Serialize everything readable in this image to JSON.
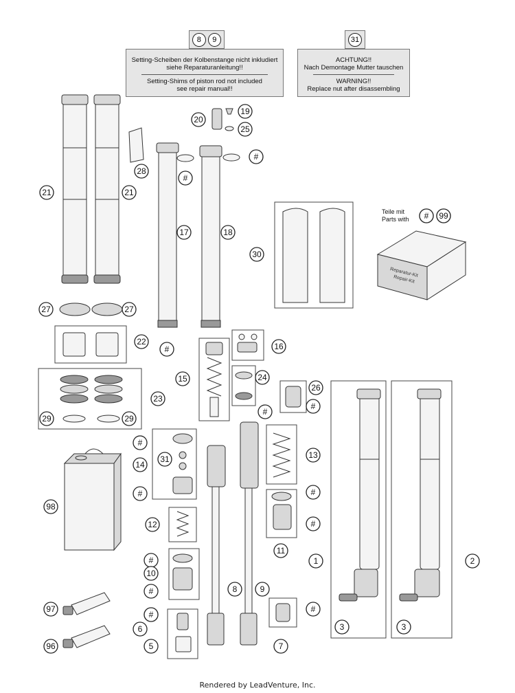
{
  "notes": [
    {
      "tabs": [
        "8",
        "9"
      ],
      "lines_de": [
        "Setting-Scheiben der Kolbenstange nicht inkludiert",
        "siehe Reparaturanleitung!!"
      ],
      "lines_en": [
        "Setting-Shims of piston rod not included",
        "see repair manual!!"
      ]
    },
    {
      "tabs": [
        "31"
      ],
      "lines_de": [
        "ACHTUNG!!",
        "Nach Demontage Mutter tauschen"
      ],
      "lines_en": [
        "WARNING!!",
        "Replace nut after disassembling"
      ]
    }
  ],
  "parts_with": {
    "line1": "Teile mit",
    "line2": "Parts with",
    "hash": "#",
    "ref": "99"
  },
  "kit_label": [
    "Reparatur-Kit",
    "Repair-Kit"
  ],
  "callouts": [
    "8",
    "9",
    "31",
    "19",
    "20",
    "25",
    "#",
    "#",
    "28",
    "21",
    "21",
    "17",
    "18",
    "30",
    "#",
    "99",
    "27",
    "27",
    "22",
    "#",
    "16",
    "15",
    "24",
    "#",
    "26",
    "#",
    "23",
    "29",
    "29",
    "#",
    "14",
    "31",
    "#",
    "13",
    "#",
    "98",
    "12",
    "#",
    "#",
    "11",
    "1",
    "2",
    "#",
    "10",
    "#",
    "8",
    "9",
    "97",
    "#",
    "6",
    "#",
    "5",
    "7",
    "96",
    "3",
    "3"
  ],
  "footer": "Rendered by LeadVenture, Inc."
}
